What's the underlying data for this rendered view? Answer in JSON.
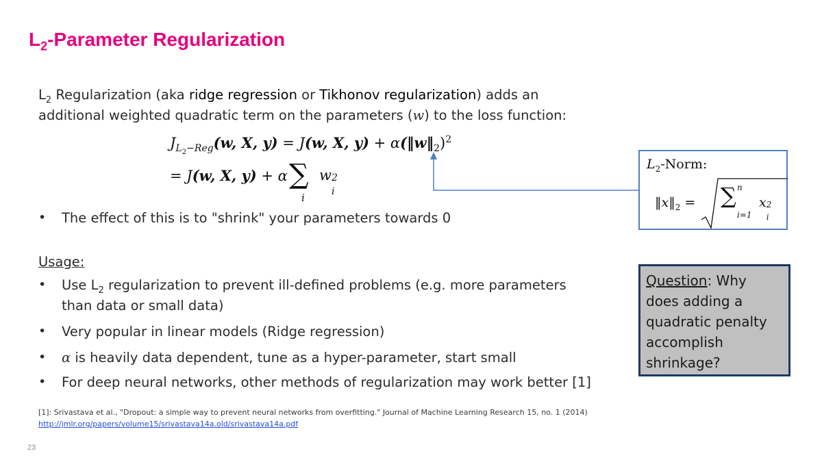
{
  "slide": {
    "title_main": "L",
    "title_sub": "2",
    "title_rest": "-Parameter Regularization",
    "page_number": "23"
  },
  "intro": {
    "l": "L",
    "sub": "2",
    "part1": " Regularization (aka ",
    "term1": "ridge regression",
    "part2": " or ",
    "term2": "Tikhonov regularization",
    "part3": ") adds an",
    "line2_a": "additional weighted quadratic term on the parameters (",
    "line2_w": "w",
    "line2_b": ") to the loss function:"
  },
  "equation": {
    "J": "J",
    "J_sub": "L",
    "J_sub2": "2",
    "J_sub3": "−Reg",
    "args_bold": "(w, X, y)",
    "eq1": " = ",
    "J2": "J",
    "args2": "(w, X, y)",
    "plus1": " + ",
    "alpha1": "α",
    "norm": "(‖w‖",
    "norm_sub": "2",
    "norm_close": ")",
    "norm_sup": "2",
    "eq2": "= ",
    "J3": "J",
    "args3": "(w, X, y)",
    "plus2": " + ",
    "alpha2": "α",
    "sum": "∑",
    "sum_index": "i",
    "w": "w",
    "w_sub": "i",
    "w_sup": "2"
  },
  "effect_bullet": "The effect of this is to \"shrink\" your parameters towards 0",
  "usage": {
    "heading": "Usage:",
    "b1_a": "Use L",
    "b1_sub": "2",
    "b1_b": " regularization to prevent ill-defined problems (e.g. more parameters",
    "b1_c": "than data or small data)",
    "b2": "Very popular in linear models (Ridge regression)",
    "b3_alpha": "α",
    "b3": " is heavily data dependent, tune as a hyper-parameter, start small",
    "b4": "For deep neural networks, other methods of regularization may work better [1]"
  },
  "norm_box": {
    "label_L": "L",
    "label_sub": "2",
    "label_rest": "-Norm:",
    "lhs": "‖x‖",
    "lhs_sub": "2",
    "eq": " = ",
    "sum": "∑",
    "sum_top": "n",
    "sum_bottom": "i=1",
    "x": "x",
    "x_sub": "i",
    "x_sup": "2"
  },
  "question_box": {
    "q_label": "Question",
    "line1": ": Why",
    "line2": "does adding a",
    "line3": "quadratic penalty",
    "line4": "accomplish",
    "line5": "shrinkage?"
  },
  "footnote": {
    "text": "[1]: Srivastava et al., \"Dropout: a simple way to prevent neural networks from overfitting.\" Journal of Machine Learning Research 15, no. 1 (2014)",
    "link": "http://jmlr.org/papers/volume15/srivastava14a.old/srivastava14a.pdf"
  },
  "colors": {
    "title": "#e6007e",
    "norm_box_border": "#4f81bd",
    "question_box_border": "#1f3864",
    "question_box_fill": "#c0c0c0",
    "link": "#1f4ed8"
  }
}
